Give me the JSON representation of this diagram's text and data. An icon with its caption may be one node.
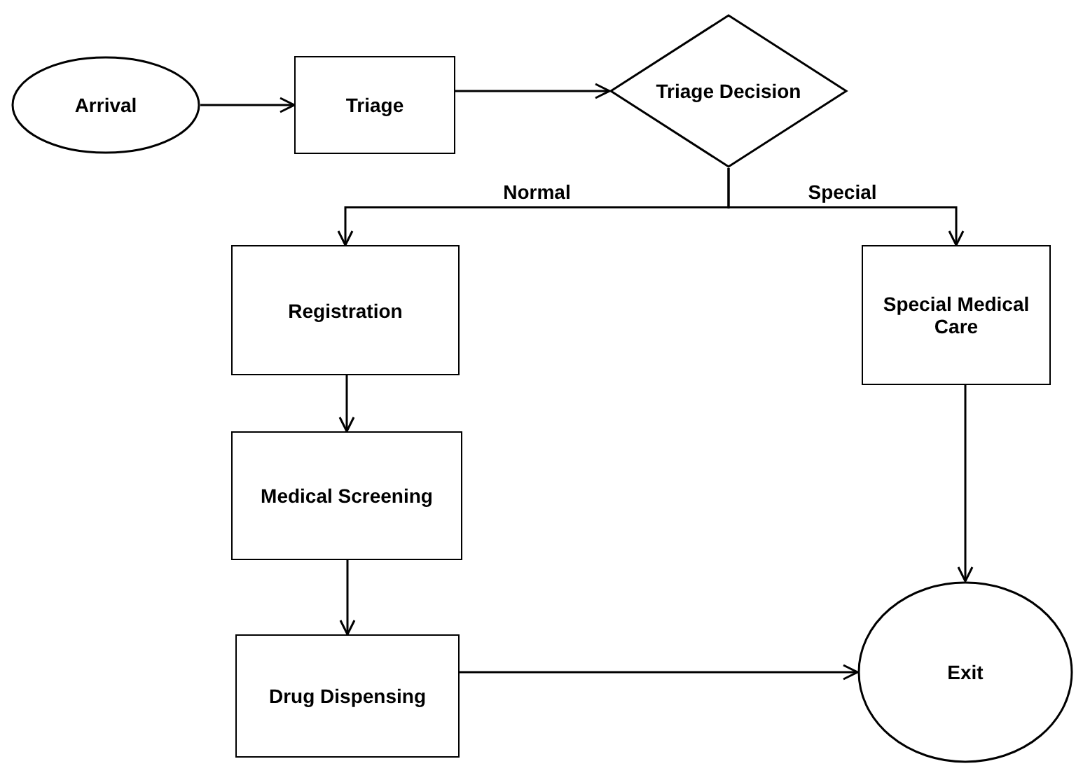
{
  "diagram": {
    "nodes": [
      {
        "text": [
          "Arrival"
        ]
      },
      {
        "text": [
          "Triage"
        ]
      },
      {
        "text": [
          "Triage Decision"
        ]
      },
      {
        "text": [
          "Registration"
        ]
      },
      {
        "text": [
          "Special Medical Care"
        ]
      },
      {
        "text": [
          "Medical Screening"
        ]
      },
      {
        "text": [
          "Drug Dispensing"
        ]
      },
      {
        "text": [
          "Exit"
        ]
      }
    ],
    "edges": [
      {
        "from": 0,
        "to": 1,
        "arrow": "to"
      },
      {
        "from": 1,
        "to": 2,
        "arrow": "to"
      },
      {
        "from": 2,
        "to": 3,
        "arrow": "to",
        "label": "Normal"
      },
      {
        "from": 2,
        "to": 4,
        "arrow": "to",
        "label": "Special"
      },
      {
        "from": 3,
        "to": 5,
        "arrow": "to"
      },
      {
        "from": 5,
        "to": 6,
        "arrow": "to"
      },
      {
        "from": 6,
        "to": 7,
        "arrow": "to"
      },
      {
        "from": 4,
        "to": 7,
        "arrow": "to"
      }
    ]
  }
}
